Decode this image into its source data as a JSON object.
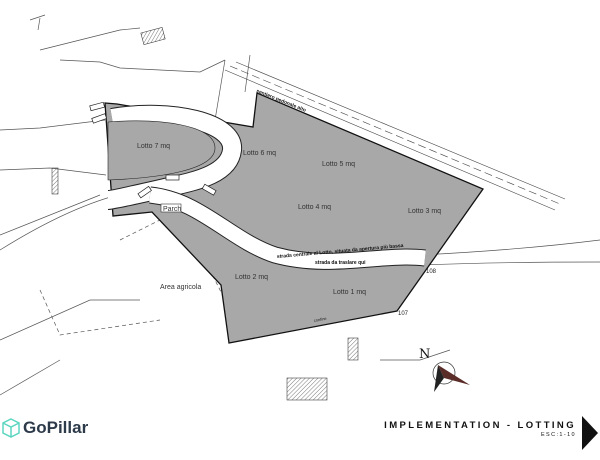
{
  "plan": {
    "lots": [
      "Lotto 7 mq",
      "Lotto 6 mq",
      "Lotto 5 mq",
      "Lotto 4 mq",
      "Lotto 3 mq",
      "Lotto 2 mq",
      "Lotto 1 mq"
    ],
    "path_label": "sentiero pedonale alto",
    "road_label_1": "strada centrale al Lotto, situata da apertura più bassa",
    "road_label_2": "strada da traslare qui",
    "parking_label": "Parch",
    "agri_label": "Area agricola",
    "boundary_label": "confine",
    "level_108": "108",
    "level_107": "107",
    "north": "N",
    "fill_color": "#a8a8a8"
  },
  "footer": {
    "brand": "GoPillar",
    "brand_color": "#5cd6c0",
    "title": "IMPLEMENTATION - LOTTING",
    "scale": "ESC:1-10"
  }
}
